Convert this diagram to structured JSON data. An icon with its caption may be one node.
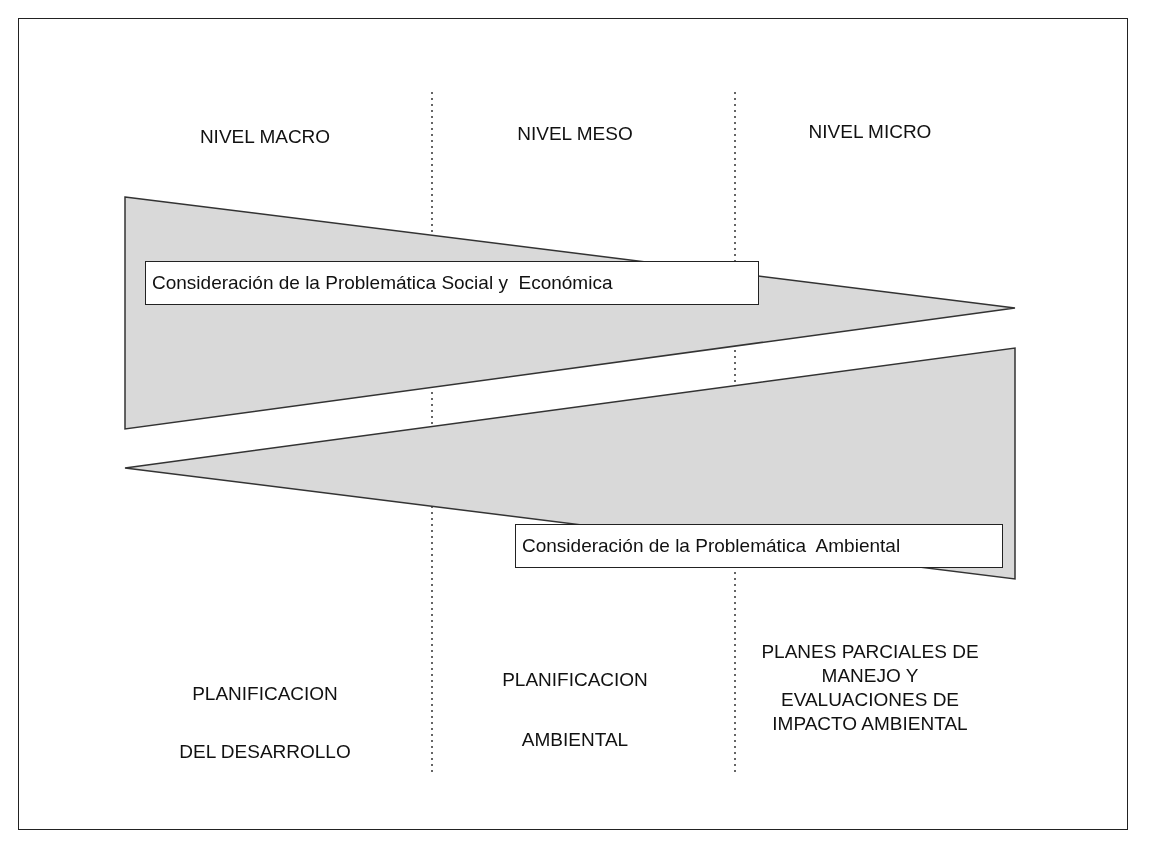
{
  "diagram": {
    "nodes": [
      {
        "text": [
          "Consideración de la Problemática Social y  Económica"
        ]
      },
      {
        "text": [
          "Consideración de la Problemática  Ambiental"
        ]
      }
    ],
    "labels": [
      "NIVEL MACRO",
      "NIVEL MESO",
      "NIVEL MICRO",
      "PLANIFICACION DEL DESARROLLO",
      "PLANIFICACION AMBIENTAL",
      "PLANES PARCIALES DE MANEJO Y EVALUACIONES DE IMPACTO AMBIENTAL"
    ]
  }
}
